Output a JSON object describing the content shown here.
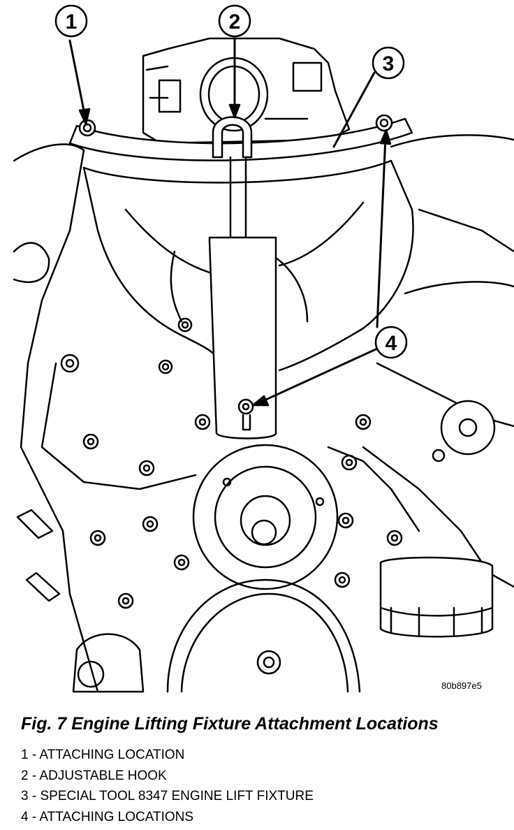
{
  "figure": {
    "reference_code": "80b897e5",
    "caption": "Fig. 7 Engine Lifting Fixture Attachment Locations"
  },
  "callouts": [
    {
      "number": "1",
      "label": "ATTACHING LOCATION"
    },
    {
      "number": "2",
      "label": "ADJUSTABLE HOOK"
    },
    {
      "number": "3",
      "label": "SPECIAL TOOL 8347 ENGINE LIFT FIXTURE"
    },
    {
      "number": "4",
      "label": "ATTACHING LOCATIONS"
    }
  ],
  "colors": {
    "ink": "#000000",
    "paper": "#ffffff"
  }
}
